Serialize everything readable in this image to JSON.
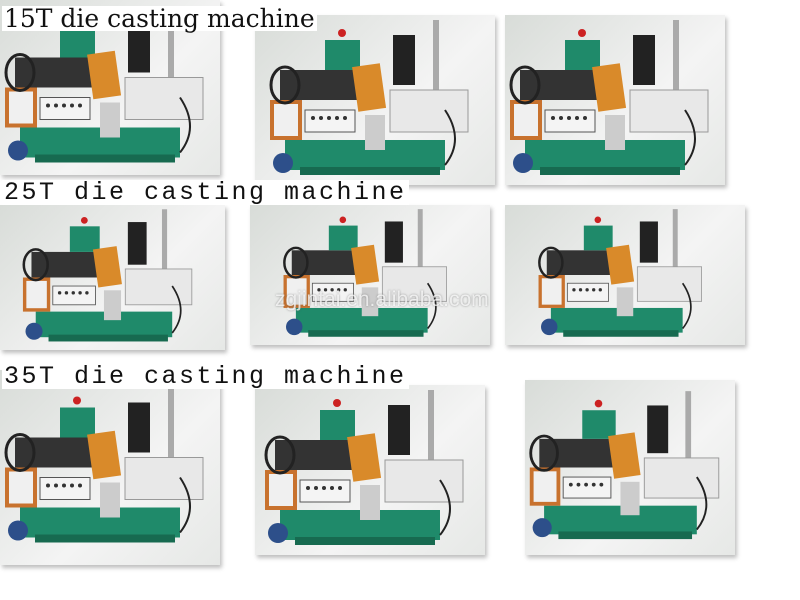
{
  "titles": {
    "row1": "15T  die casting machine",
    "row2": "25T die casting machine",
    "row3": "35T die casting machine"
  },
  "watermark": "zgjintai.en.alibaba.com",
  "colors": {
    "machine_green": "#1f8a6a",
    "door_orange": "#d98a2a",
    "tank_white": "#e8e8e8"
  }
}
